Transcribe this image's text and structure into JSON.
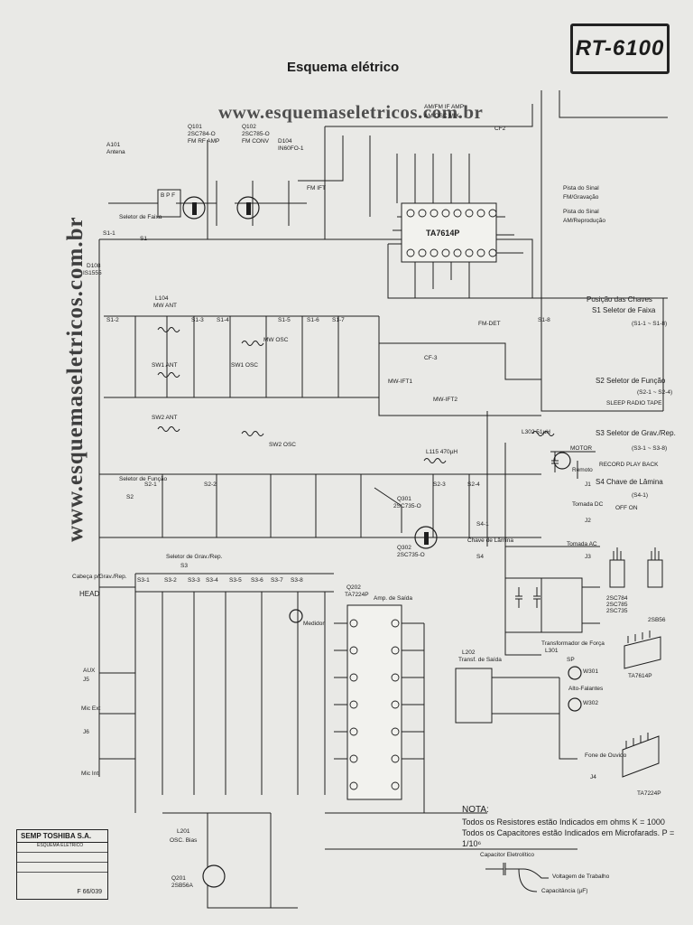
{
  "model": "RT-6100",
  "header_title": "Esquema elétrico",
  "website": "www.esquemaseletricos.com.br",
  "side_url": "www.esquemaseletricos.com.br",
  "legend": {
    "item1": "Pista do Sinal",
    "item2": "FM/Gravação",
    "item3": "Pista do Sinal",
    "item4": "AM/Reprodução"
  },
  "switch_positions": {
    "title": "Posição das Chaves",
    "s1": "S1 Seletor de Faixa",
    "s1_range": "(S1-1 ~ S1-8)",
    "s2": "S2 Seletor de Função",
    "s2_range": "(S2-1 ~ S2-4)",
    "s2_opts": "SLEEP  RADIO  TAPE",
    "s3": "S3 Seletor de Grav./Rep.",
    "s3_range": "(S3-1 ~ S3-8)",
    "s3_opts": "RECORD  PLAY BACK",
    "s4": "S4 Chave de Lâmina",
    "s4_range": "(S4-1)",
    "s4_opts": "OFF  ON"
  },
  "components": {
    "q101": "Q101",
    "q101_part": "2SC784-O",
    "q101_role": "FM RF AMP",
    "q102": "Q102",
    "q102_part": "2SC785-O",
    "q102_role": "FM CONV",
    "d104": "D104",
    "d104_part": "IN60FO-1",
    "ic_label": "TA7614P",
    "am_fm_if": "AM/FM IF AMP",
    "am_osc_mix": "AM OSC MIX",
    "antenna_id": "A101",
    "antenna": "Antena",
    "bpf": "B P F",
    "seletor_faixa": "Seletor de Faixa",
    "s1": "S1",
    "s1_1": "S1-1",
    "s1_2": "S1-2",
    "s1_3": "S1-3",
    "s1_4": "S1-4",
    "s1_5": "S1-5",
    "s1_6": "S1-6",
    "s1_7": "S1-7",
    "s1_8": "S1-8",
    "d108": "D108",
    "d108_part": "IS1555",
    "l104": "L104",
    "mw_ant": "MW ANT",
    "sw1_ant": "SW1 ANT",
    "sw2_ant": "SW2 ANT",
    "sw1_osc": "SW1 OSC",
    "sw2_osc": "SW2 OSC",
    "mw_osc": "MW OSC",
    "fm_ift": "FM IFT",
    "fm_det": "FM-DET",
    "mw_ift1": "MW-IFT1",
    "mw_ift2": "MW-IFT2",
    "cf2": "CF2",
    "cf3": "CF-3",
    "seletor_funcao": "Seletor de Função",
    "s2": "S2",
    "s2_1": "S2-1",
    "s2_2": "S2-2",
    "s2_3": "S2-3",
    "s2_4": "S2-4",
    "seletor_grav": "Seletor de Grav./Rep.",
    "s3": "S3",
    "s3_1": "S3-1",
    "s3_2": "S3-2",
    "s3_3": "S3-3",
    "s3_4": "S3-4",
    "s3_5": "S3-5",
    "s3_6": "S3-6",
    "s3_7": "S3-7",
    "s3_8": "S3-8",
    "q301": "Q301",
    "q301_part": "2SC735-O",
    "q302": "Q302",
    "q302_part": "2SC735-O",
    "chave_lamina": "Chave de Lâmina",
    "s4": "S4",
    "s4_1": "S4-1",
    "q202": "Q202",
    "q202_part": "TA7224P",
    "amp_saida": "Amp. de Saída",
    "medidor": "Medidor",
    "head": "HEAD",
    "cabeca": "Cabeça p/Grav./Rep.",
    "aux": "AUX",
    "j5": "J5",
    "mic_ext": "Mic Ext",
    "j6": "J6",
    "mic_int": "Mic Int",
    "osc_bias": "OSC. Bias",
    "l201": "L201",
    "q201": "Q201",
    "q201_part": "2SB56A",
    "motor": "MOTOR",
    "remoto": "Remoto",
    "j1": "J1",
    "tomada_dc": "Tomada DC",
    "j2": "J2",
    "tomada_ac": "Tomada AC",
    "j3": "J3",
    "transformador": "Transformador de Força",
    "trans_saida": "Transf. de Saída",
    "l202": "L202",
    "sp": "SP",
    "w301": "W301",
    "alto_falantes": "Alto-Falantes",
    "w302": "W302",
    "fone": "Fone de Ouvido",
    "j4": "J4",
    "pinout1": "2SC784 2SC785 2SC735",
    "pinout2": "2SB56",
    "pinout3": "TA7614P",
    "pinout4": "TA7224P",
    "l301": "L301",
    "l302": "L302 51µH",
    "l115": "L115 470µH"
  },
  "notes": {
    "title": "NOTA:",
    "line1": "Todos os Resistores estão Indicados em  ohms K = 1000",
    "line2": "Todos os Capacitores estão Indicados em Microfarads. P = 1/10⁶",
    "cap_label": "Capacitor Eletrolítico",
    "voltage": "Voltagem de Trabalho",
    "capacity": "Capacitância (µF)"
  },
  "company": {
    "name": "SEMP TOSHIBA S.A.",
    "doc_title": "ESQUEMA ELÉTRICO",
    "doc_no": "F 66/039"
  }
}
